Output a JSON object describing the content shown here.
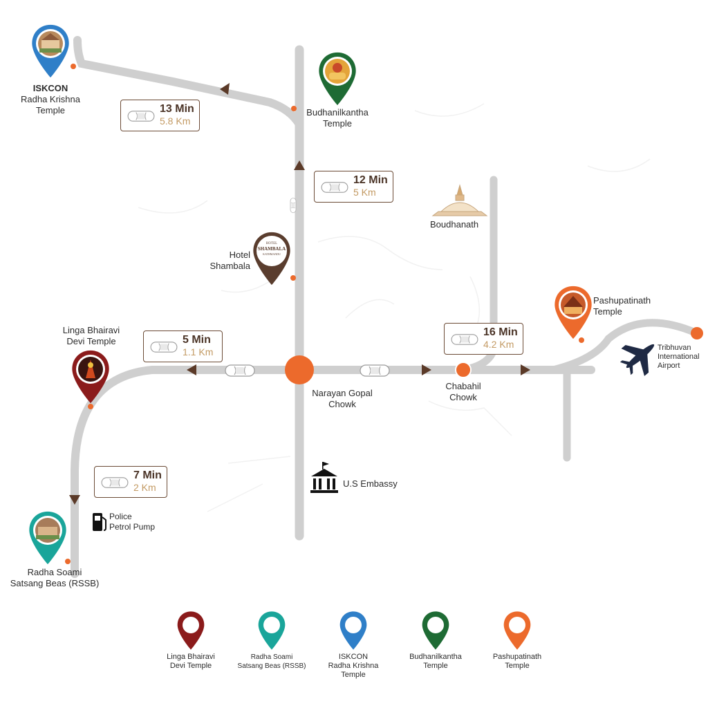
{
  "colors": {
    "road": "#cfcfcf",
    "accent_orange": "#ec6a2c",
    "arrow_brown": "#5b3a28",
    "box_border": "#6b4a35",
    "km_tan": "#c39a63"
  },
  "places": {
    "iskcon": [
      "ISKCON",
      "Radha Krishna",
      "Temple"
    ],
    "budhanilkantha": [
      "Budhanilkantha",
      "Temple"
    ],
    "hotel": [
      "Hotel",
      "Shambala"
    ],
    "boudhanath": "Boudhanath",
    "pashupatinath": [
      "Pashupatinath",
      "Temple"
    ],
    "linga": [
      "Linga Bhairavi",
      "Devi Temple"
    ],
    "narayan": [
      "Narayan Gopal",
      "Chowk"
    ],
    "chabahil": [
      "Chabahil",
      "Chowk"
    ],
    "airport": [
      "Tribhuvan",
      "International",
      "Airport"
    ],
    "embassy": "U.S Embassy",
    "petrol": [
      "Police",
      "Petrol Pump"
    ],
    "rssb": [
      "Radha Soami",
      "Satsang Beas (RSSB)"
    ]
  },
  "hotel_logo": {
    "small": "HOTEL",
    "name": "SHAMBALA",
    "sub": "KATHMANDU"
  },
  "distances": [
    {
      "time": "13 Min",
      "km": "5.8 Km"
    },
    {
      "time": "12 Min",
      "km": "5 Km"
    },
    {
      "time": "5 Min",
      "km": "1.1 Km"
    },
    {
      "time": "16 Min",
      "km": "4.2 Km"
    },
    {
      "time": "7 Min",
      "km": "2 Km"
    }
  ],
  "legend": [
    {
      "label": [
        "Linga Bhairavi",
        "Devi Temple"
      ],
      "color": "#8b1b1b"
    },
    {
      "label": [
        "Radha Soami",
        "Satsang Beas (RSSB)"
      ],
      "color": "#1aa59a"
    },
    {
      "label": [
        "ISKCON",
        "Radha Krishna",
        "Temple"
      ],
      "color": "#2f7fc8"
    },
    {
      "label": [
        "Budhanilkantha",
        "Temple"
      ],
      "color": "#1e6b34"
    },
    {
      "label": [
        "Pashupatinath",
        "Temple"
      ],
      "color": "#ec6a2c"
    }
  ],
  "icons": {
    "car": "car-icon",
    "airplane": "airplane-icon",
    "stupa": "stupa-icon",
    "embassy": "government-building-icon",
    "petrol": "fuel-pump-icon",
    "pin": "map-pin-icon"
  }
}
